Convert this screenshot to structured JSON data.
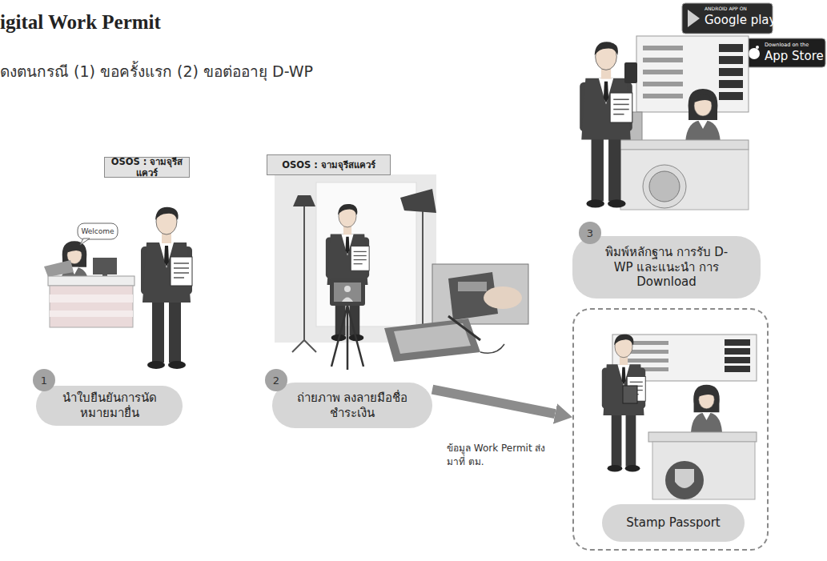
{
  "diagram": {
    "title": "igital Work Permit",
    "nodes": [
      {
        "text": [
          "OSOS : จามจุรีสแควร์"
        ]
      },
      {
        "text": [
          "นำใบยืนยันการนัด หมายมายื่น"
        ]
      },
      {
        "text": [
          "OSOS : จามจุรีสแควร์"
        ]
      },
      {
        "text": [
          "ถ่ายภาพ ลงลายมือชื่อ ชำระเงิน"
        ]
      },
      {
        "text": [
          "พิมพ์หลักฐาน การรับ D-WP และแนะนำ การ Download"
        ]
      },
      {
        "text": []
      },
      {
        "text": [
          "Stamp Passport"
        ],
        "in": 5
      }
    ],
    "edges": [
      {
        "from": 3,
        "to": 5,
        "arrow": "to",
        "label": "ข้อมูล Work Permit ส่งมาที่ ตม."
      }
    ],
    "labels": [
      "ดงตนกรณี (1) ขอครั้งแรก (2) ขอต่ออายุ D-WP",
      "ANDROID APP ON",
      "Google play",
      "Download on the",
      "App Store",
      "Welcome",
      "1",
      "2",
      "3"
    ]
  }
}
